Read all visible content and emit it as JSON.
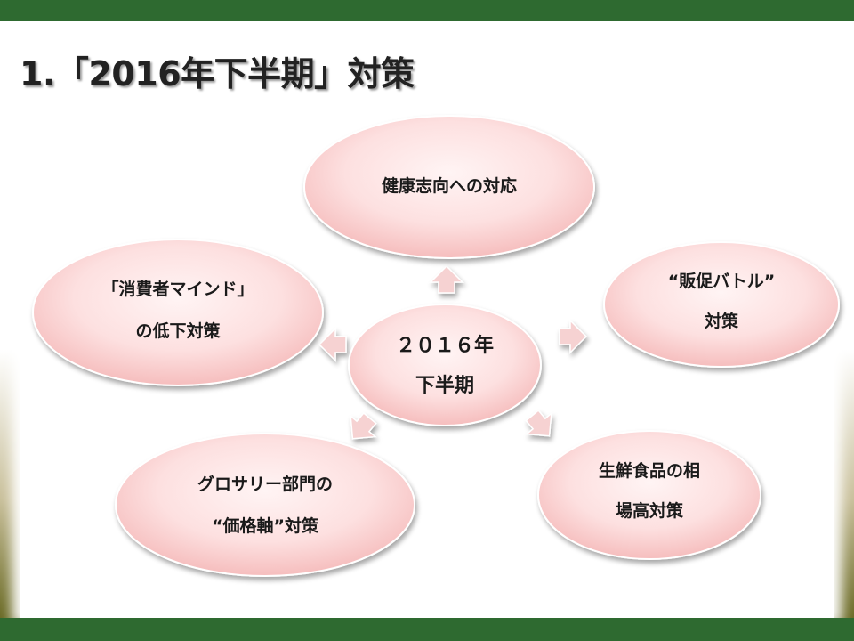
{
  "slide": {
    "title": "1.「2016年下半期」対策"
  },
  "diagram": {
    "center": {
      "line1": "２０１６年",
      "line2": "下半期"
    },
    "nodes": [
      {
        "id": "health",
        "line1": "健康志向への対応",
        "line2": ""
      },
      {
        "id": "promo",
        "line1": "“販促バトル”",
        "line2": "対策"
      },
      {
        "id": "fresh",
        "line1": "生鮮食品の相",
        "line2": "場高対策"
      },
      {
        "id": "grocery",
        "line1": "グロサリー部門の",
        "line2": "“価格軸”対策"
      },
      {
        "id": "consumer",
        "line1": "「消費者マインド」",
        "line2": "の低下対策"
      }
    ]
  },
  "colors": {
    "accent_green": "#2e6a30",
    "node_fill_light": "#fff2f2",
    "node_fill_dark": "#f7c4c4",
    "arrow_fill": "#f6d2d2"
  }
}
